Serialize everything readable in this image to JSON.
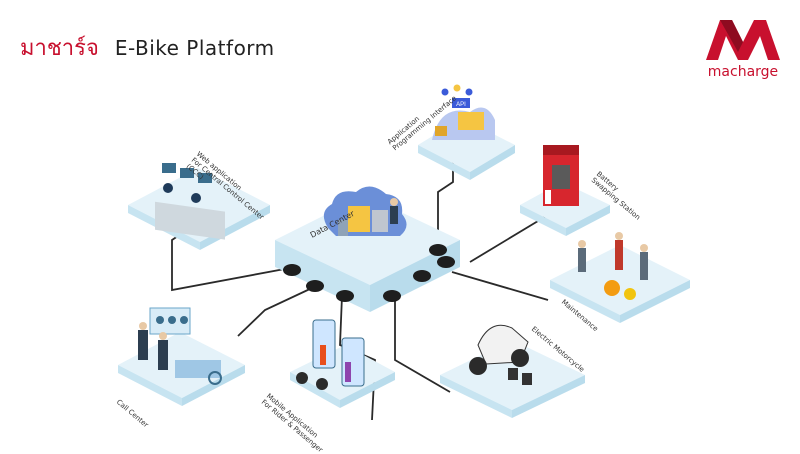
{
  "header": {
    "thai_title": "มาชาร์จ",
    "title": "E-Bike Platform"
  },
  "logo": {
    "name": "macharge-logo",
    "wordmark": "macharge",
    "color": "#c8102e"
  },
  "hub": {
    "label": "Data Center"
  },
  "nodes": {
    "web_app": {
      "line1": "Web application",
      "line2": "For Central Control Center",
      "line3": "(CCC)"
    },
    "api": {
      "line1": "Application",
      "line2": "Programming Interface",
      "badge": "API"
    },
    "battery": {
      "line1": "Battery",
      "line2": "Swapping Station"
    },
    "maintenance": {
      "label": "Maintenance"
    },
    "motorcycle": {
      "label": "Electric Motorcycle"
    },
    "mobile": {
      "line1": "Mobile Application",
      "line2": "For Rider & Passenger"
    },
    "call_center": {
      "label": "Call Center"
    }
  },
  "colors": {
    "brand": "#c8102e",
    "platform": "#e4f2f9",
    "platform_side": "#b9dcec",
    "cable": "#2a2a2a"
  }
}
